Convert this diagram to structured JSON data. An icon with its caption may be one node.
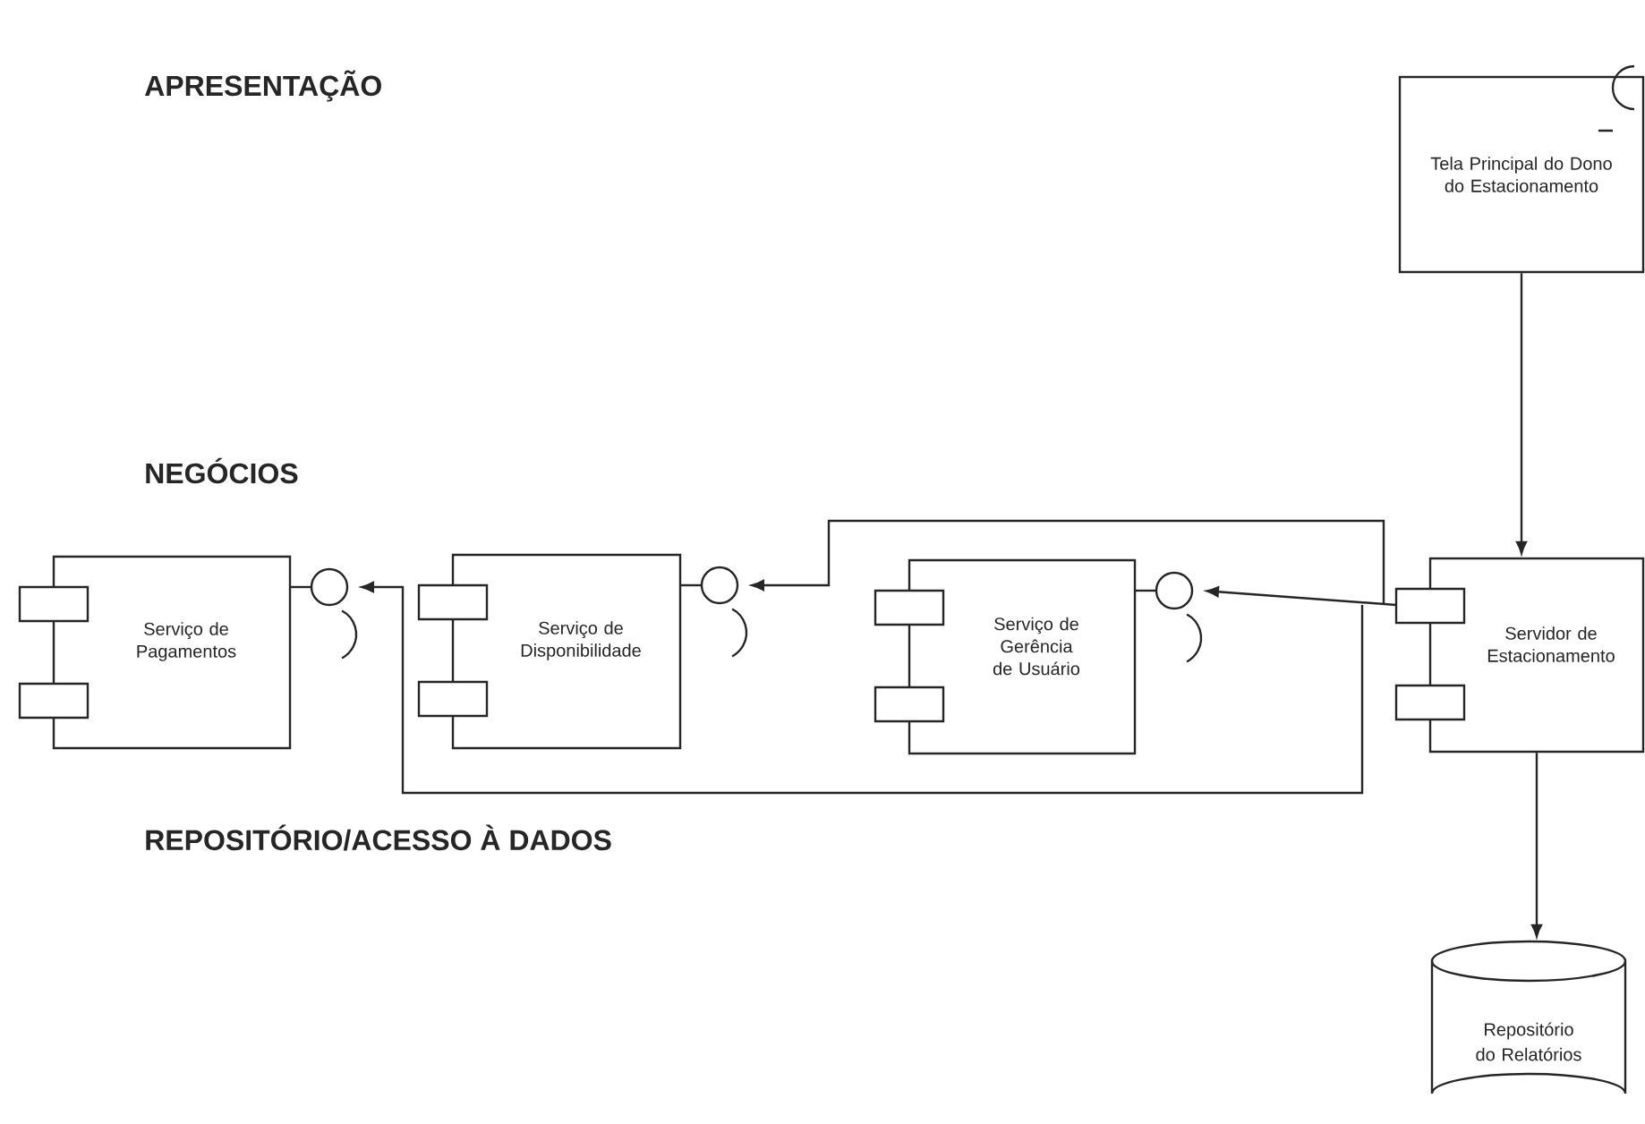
{
  "diagram": {
    "nodes": [
      {
        "text": [
          "Tela Principal do Dono do Estacionamento"
        ]
      },
      {
        "text": [
          "Serviço de Pagamentos"
        ]
      },
      {
        "text": [
          "Serviço de Disponibilidade"
        ]
      },
      {
        "text": [
          "Serviço de Gerência de Usuário"
        ]
      },
      {
        "text": [
          "Servidor de Estacionamento"
        ]
      },
      {
        "text": [
          "Repositório do Relatórios"
        ]
      }
    ],
    "edges": [
      {
        "from": 0,
        "to": 4,
        "arrow": "to"
      },
      {
        "from": 4,
        "to": 3,
        "arrow": "to"
      },
      {
        "from": 4,
        "to": 2,
        "arrow": "to"
      },
      {
        "from": 4,
        "to": 1,
        "arrow": "to"
      },
      {
        "from": 4,
        "to": 5,
        "arrow": "to"
      }
    ],
    "labels": [
      "APRESENTAÇÃO",
      "NEGÓCIOS",
      "REPOSITÓRIO/ACESSO À DADOS"
    ]
  }
}
